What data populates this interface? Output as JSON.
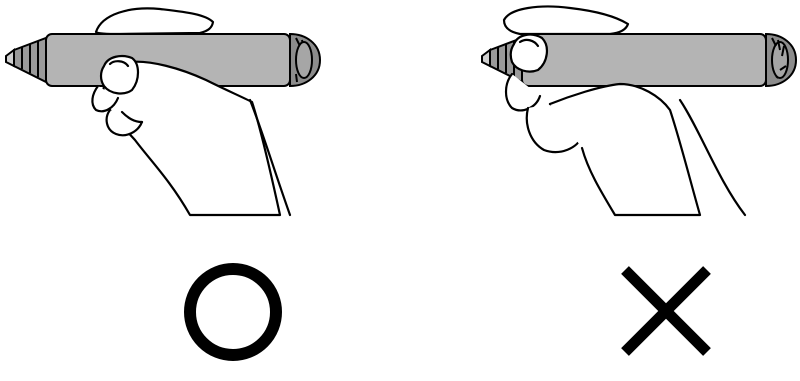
{
  "diagram": {
    "panels": [
      {
        "id": "correct-grip",
        "mark": "○",
        "mark_icon": "circle-mark",
        "verdict": "correct"
      },
      {
        "id": "incorrect-grip",
        "mark": "×",
        "mark_icon": "cross-mark",
        "verdict": "incorrect"
      }
    ],
    "colors": {
      "pen_body": "#b4b4b4",
      "pen_cap": "#8c8c8c",
      "ink": "#000000",
      "skin": "#ffffff",
      "background": "#ffffff"
    }
  }
}
